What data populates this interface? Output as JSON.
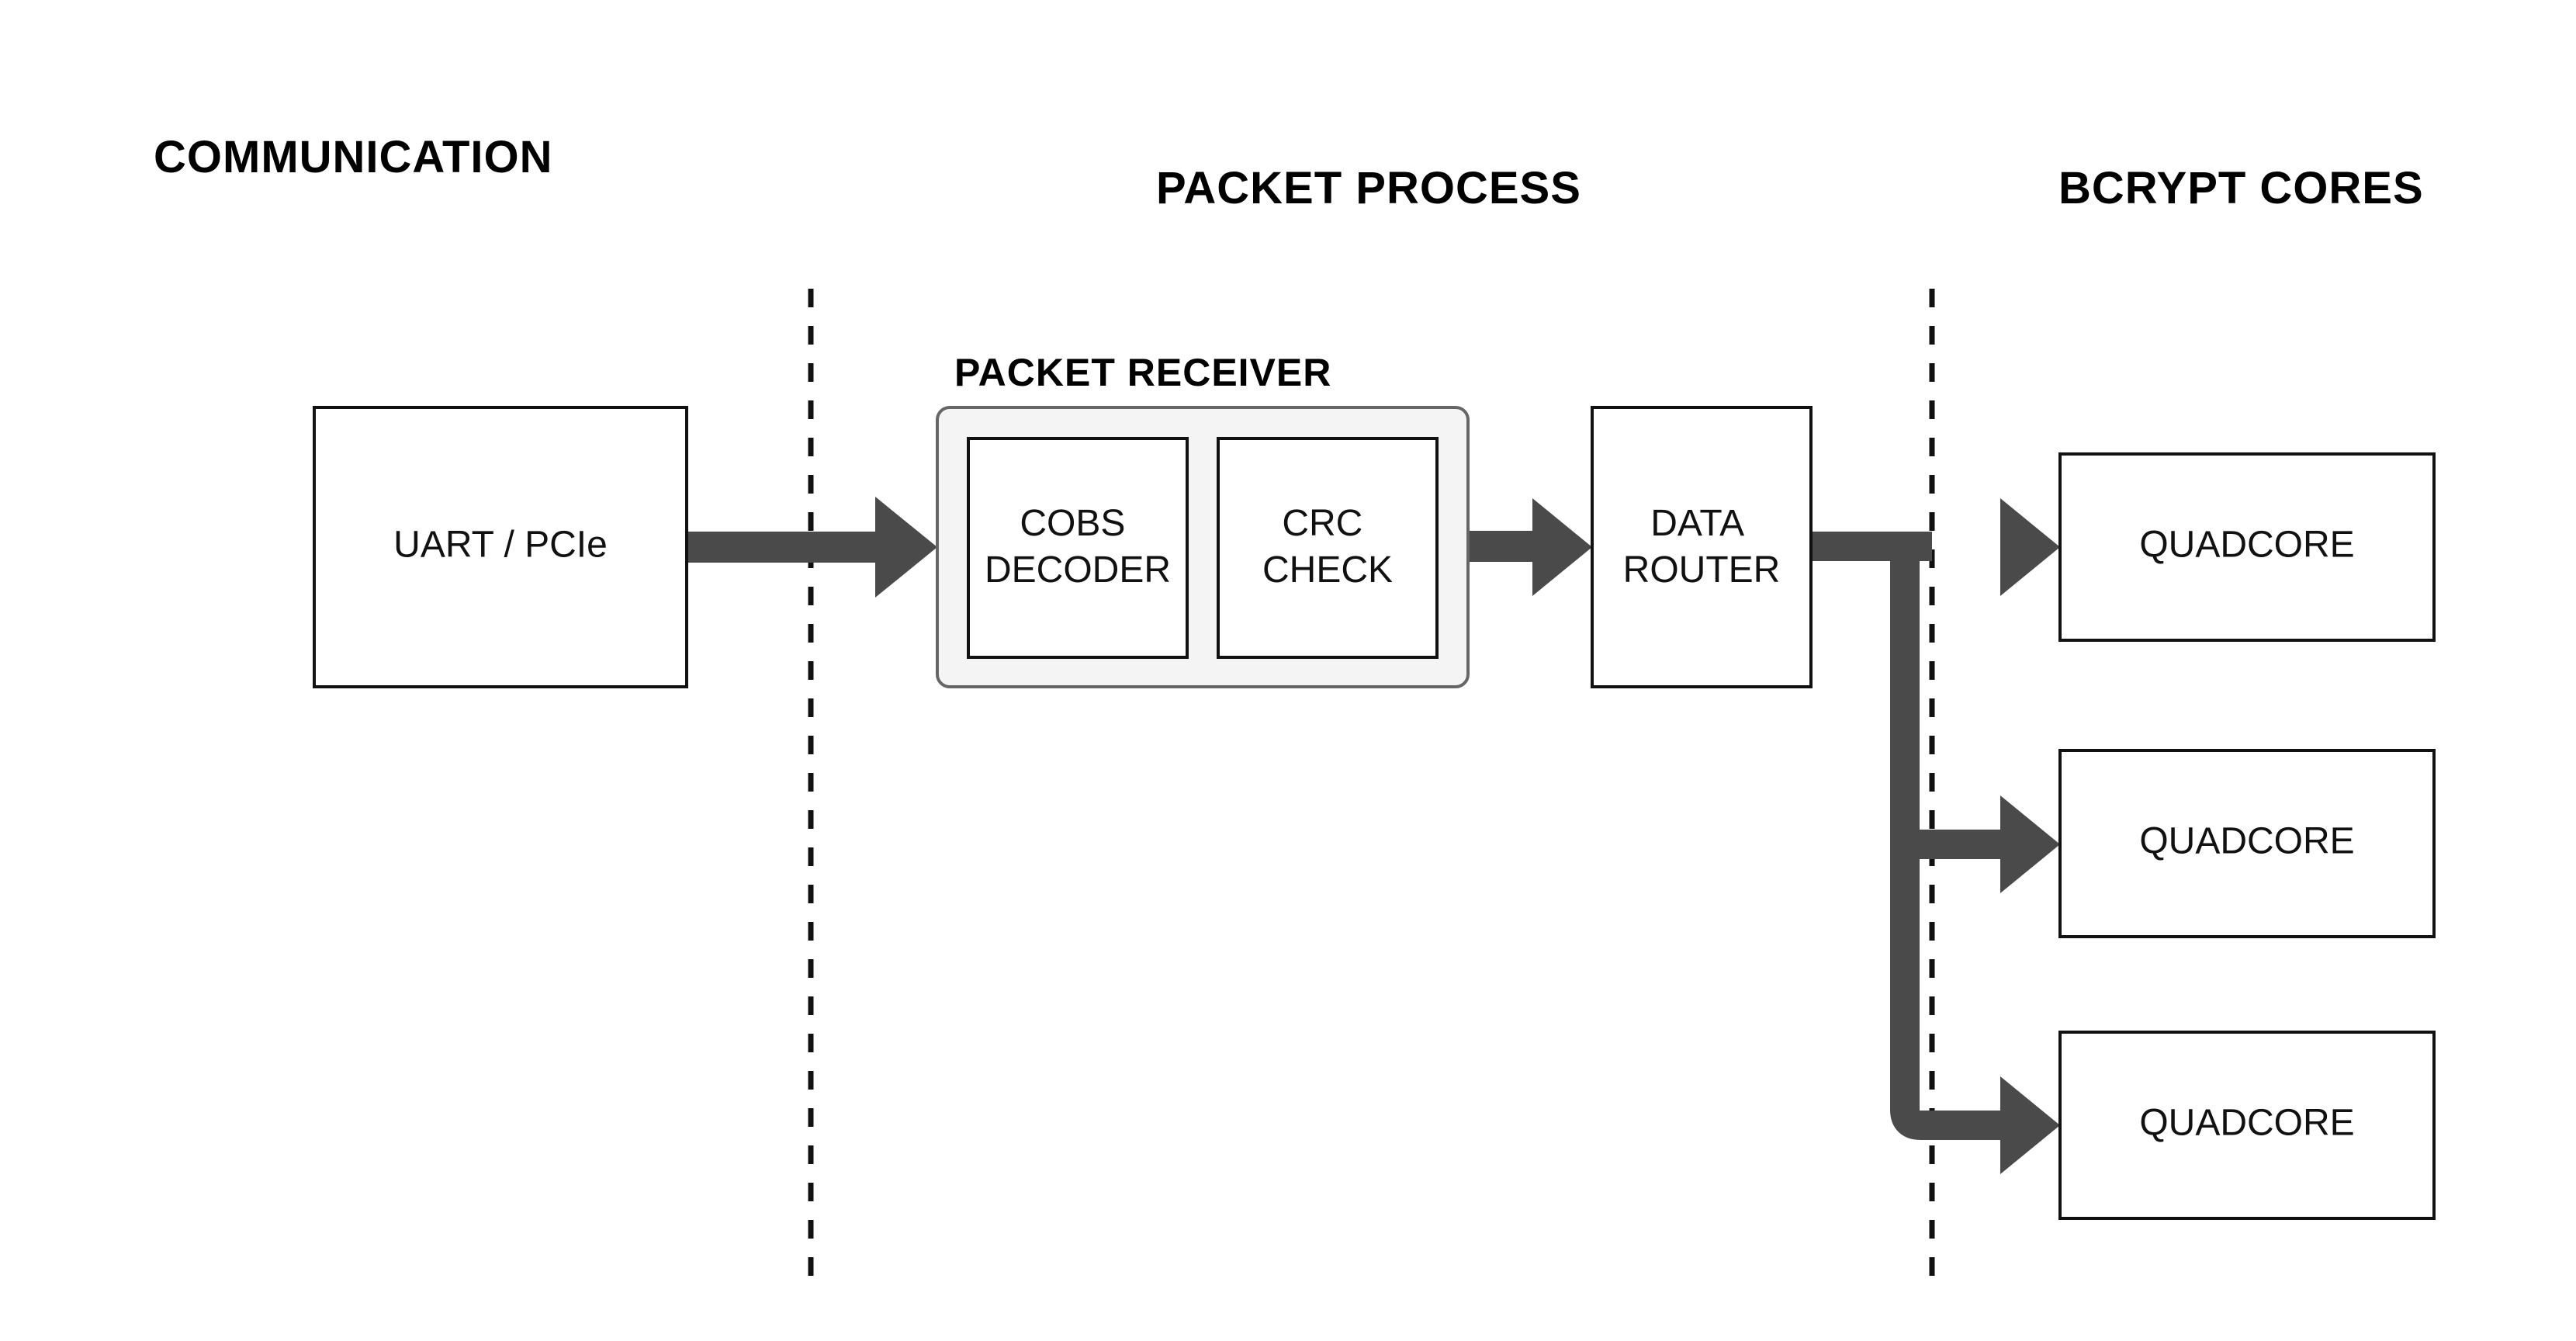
{
  "sections": {
    "communication": "COMMUNICATION",
    "packet_process": "PACKET PROCESS",
    "bcrypt_cores": "BCRYPT CORES"
  },
  "blocks": {
    "uart_pcie": "UART / PCIe",
    "packet_receiver": {
      "title": "PACKET RECEIVER",
      "cobs_decoder": [
        "COBS",
        "DECODER"
      ],
      "crc_check": [
        "CRC",
        "CHECK"
      ]
    },
    "data_router": [
      "DATA",
      "ROUTER"
    ],
    "quadcores": [
      "QUADCORE",
      "QUADCORE",
      "QUADCORE"
    ]
  },
  "colors": {
    "arrow": "#4a4a4a",
    "box_border": "#111111",
    "group_fill": "#f4f4f4",
    "group_border": "#666666"
  }
}
